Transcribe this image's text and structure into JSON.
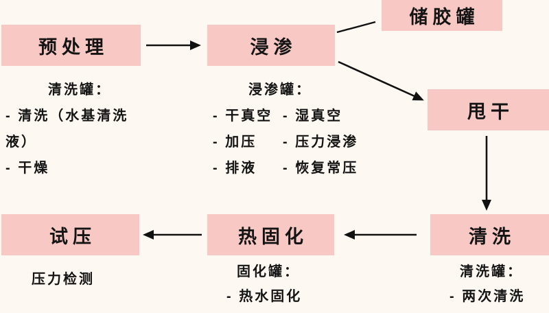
{
  "theme": {
    "background": "#fdf8f2",
    "box_fill": "#f8c9c4",
    "text_color": "#141414",
    "arrow_color": "#111111"
  },
  "nodes": {
    "pretreatment": {
      "label": "预处理"
    },
    "impregnation": {
      "label": "浸渗"
    },
    "glue_tank": {
      "label": "储胶罐"
    },
    "spin_dry": {
      "label": "甩干"
    },
    "rinse": {
      "label": "清洗"
    },
    "thermal_cure": {
      "label": "热固化"
    },
    "pressure_test": {
      "label": "试压"
    }
  },
  "notes": {
    "pretreatment": {
      "title": "清洗罐：",
      "line1": "- 清洗（水基清洗",
      "line2": "液）",
      "line3": "- 干燥"
    },
    "impregnation": {
      "title": "浸渗罐：",
      "col1": [
        "- 干真空",
        "- 加压",
        "- 排液"
      ],
      "col2": [
        "- 湿真空",
        "- 压力浸渗",
        "- 恢复常压"
      ]
    },
    "rinse": {
      "title": "清洗罐：",
      "line1": "- 两次清洗"
    },
    "thermal_cure": {
      "title": "固化罐：",
      "line1": "- 热水固化"
    },
    "pressure_test": {
      "line1": "压力检测"
    }
  }
}
